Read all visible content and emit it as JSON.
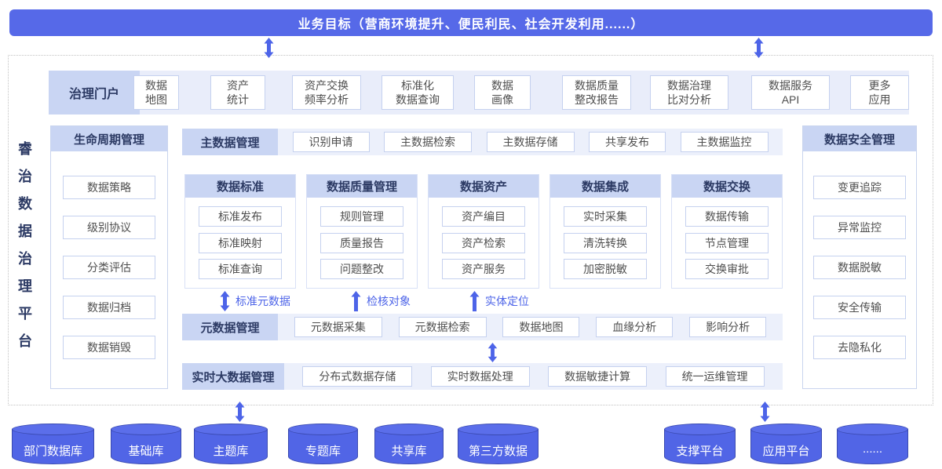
{
  "banner": {
    "title": "业务目标（营商环境提升、便民利民、社会开发利用......）"
  },
  "platform": {
    "title": "睿治数据治理平台"
  },
  "portal": {
    "label": "治理门户",
    "items": [
      "数据\n地图",
      "资产\n统计",
      "资产交换\n频率分析",
      "标准化\n数据查询",
      "数据\n画像",
      "数据质量\n整改报告",
      "数据治理\n比对分析",
      "数据服务\nAPI",
      "更多\n应用"
    ]
  },
  "lifecycle": {
    "title": "生命周期管理",
    "items": [
      "数据策略",
      "级别协议",
      "分类评估",
      "数据归档",
      "数据销毁"
    ]
  },
  "master_data": {
    "label": "主数据管理",
    "items": [
      "识别申请",
      "主数据检索",
      "主数据存储",
      "共享发布",
      "主数据监控"
    ]
  },
  "modules": [
    {
      "title": "数据标准",
      "items": [
        "标准发布",
        "标准映射",
        "标准查询"
      ]
    },
    {
      "title": "数据质量管理",
      "items": [
        "规则管理",
        "质量报告",
        "问题整改"
      ]
    },
    {
      "title": "数据资产",
      "items": [
        "资产编目",
        "资产检索",
        "资产服务"
      ]
    },
    {
      "title": "数据集成",
      "items": [
        "实时采集",
        "清洗转换",
        "加密脱敏"
      ]
    },
    {
      "title": "数据交换",
      "items": [
        "数据传输",
        "节点管理",
        "交换审批"
      ]
    }
  ],
  "flow_labels": [
    "标准元数据",
    "检核对象",
    "实体定位"
  ],
  "metadata": {
    "label": "元数据管理",
    "items": [
      "元数据采集",
      "元数据检索",
      "数据地图",
      "血缘分析",
      "影响分析"
    ]
  },
  "realtime_bigdata": {
    "label": "实时大数据管理",
    "items": [
      "分布式数据存储",
      "实时数据处理",
      "数据敏捷计算",
      "统一运维管理"
    ]
  },
  "security": {
    "title": "数据安全管理",
    "items": [
      "变更追踪",
      "异常监控",
      "数据脱敏",
      "安全传输",
      "去隐私化"
    ]
  },
  "data_sources": [
    "部门数据库",
    "基础库",
    "主题库",
    "专题库",
    "共享库",
    "第三方数据"
  ],
  "platforms": [
    "支撑平台",
    "应用平台",
    "......"
  ],
  "colors": {
    "primary_blue": "#5669e8",
    "arrow_blue": "#4d64e8",
    "header_bg": "#c9d5f3",
    "row_bg": "#e9edfa",
    "header_text": "#2c3a64",
    "box_border": "#c5d1ef",
    "box_text": "#4f4f4f",
    "cylinder_body": "#5165e6",
    "cylinder_stroke": "#3a4ab0"
  }
}
